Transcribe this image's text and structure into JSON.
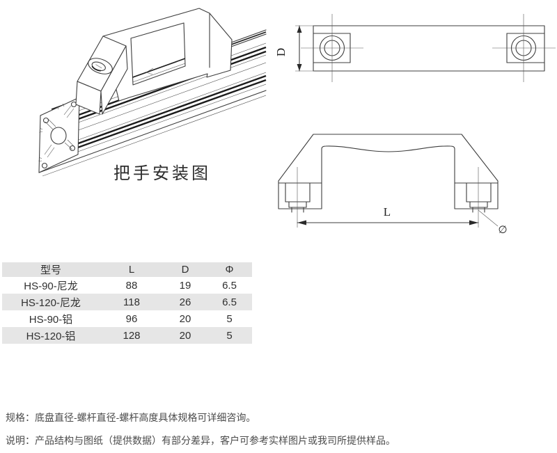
{
  "installation_figure": {
    "caption": "把手安装图"
  },
  "top_view": {
    "dimension_label": "D"
  },
  "front_view": {
    "dimension_label": "L",
    "diameter_label": "∅"
  },
  "spec_table": {
    "columns": [
      "型号",
      "L",
      "D",
      "Φ"
    ],
    "rows": [
      {
        "model": "HS-90-尼龙",
        "l": "88",
        "d": "19",
        "phi": "6.5"
      },
      {
        "model": "HS-120-尼龙",
        "l": "118",
        "d": "26",
        "phi": "6.5"
      },
      {
        "model": "HS-90-铝",
        "l": "96",
        "d": "20",
        "phi": "5"
      },
      {
        "model": "HS-120-铝",
        "l": "128",
        "d": "20",
        "phi": "5"
      }
    ],
    "header_bg": "#e3e3e3",
    "alt_row_bg": "#e6e6e6"
  },
  "notes": [
    {
      "label": "规格：",
      "text": "底盘直径-螺杆直径-螺杆高度具体规格可详细咨询。"
    },
    {
      "label": "说明：",
      "text": "产品结构与图纸（提供数据）有部分差异，客户可参考实样图片或我司所提供样品。"
    }
  ]
}
